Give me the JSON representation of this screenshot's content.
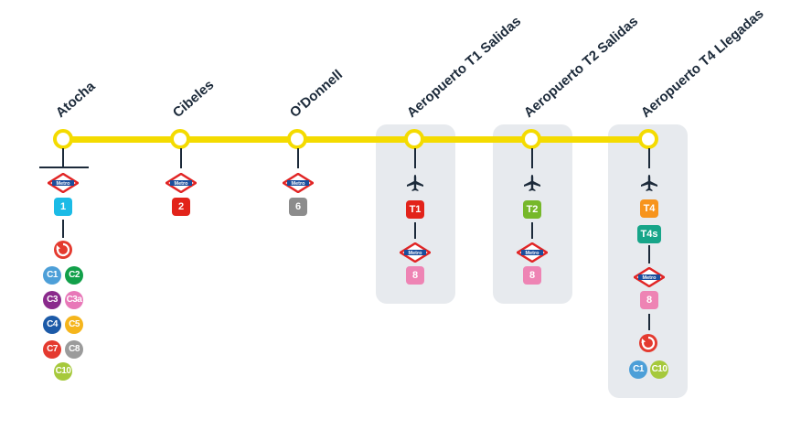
{
  "colors": {
    "route": "#f4db00",
    "panel": "#e7eaee",
    "text": "#1c2a3a",
    "metro_red": "#e12525",
    "metro_blue": "#1a4e9c"
  },
  "stations": [
    {
      "name": "Atocha"
    },
    {
      "name": "Cibeles"
    },
    {
      "name": "O'Donnell"
    },
    {
      "name": "Aeropuerto T1 Salidas"
    },
    {
      "name": "Aeropuerto T2 Salidas"
    },
    {
      "name": "Aeropuerto T4 Llegadas"
    }
  ],
  "icons": {
    "metro_logo": "metro-madrid-logo",
    "metro_logo_text": "Metro",
    "plane": "airplane-icon",
    "renfe": "cercanias-logo-icon"
  },
  "badges": {
    "atocha_line": {
      "text": "1",
      "color": "#1bbbe6"
    },
    "cibeles_line": {
      "text": "2",
      "color": "#e2231a"
    },
    "odonnell_line": {
      "text": "6",
      "color": "#8c8c8c"
    },
    "t1_terminal": {
      "text": "T1",
      "color": "#e2231a"
    },
    "t1_line": {
      "text": "8",
      "color": "#ee84b4"
    },
    "t2_terminal": {
      "text": "T2",
      "color": "#76b82a"
    },
    "t2_line": {
      "text": "8",
      "color": "#ee84b4"
    },
    "t4_terminal": {
      "text": "T4",
      "color": "#f7941d"
    },
    "t4s_terminal": {
      "text": "T4s",
      "color": "#17a589"
    },
    "t4_line": {
      "text": "8",
      "color": "#ee84b4"
    }
  },
  "cercanias": {
    "atocha": [
      {
        "text": "C1",
        "color": "#4d9fd8"
      },
      {
        "text": "C2",
        "color": "#12a04a"
      },
      {
        "text": "C3",
        "color": "#8a2a8c"
      },
      {
        "text": "C3a",
        "color": "#e878b8"
      },
      {
        "text": "C4",
        "color": "#1c5aa8"
      },
      {
        "text": "C5",
        "color": "#f5b51c"
      },
      {
        "text": "C7",
        "color": "#e43a2f"
      },
      {
        "text": "C8",
        "color": "#9b9b9b"
      },
      {
        "text": "C10",
        "color": "#a6c93c"
      }
    ],
    "t4": [
      {
        "text": "C1",
        "color": "#4d9fd8"
      },
      {
        "text": "C10",
        "color": "#a6c93c"
      }
    ]
  }
}
